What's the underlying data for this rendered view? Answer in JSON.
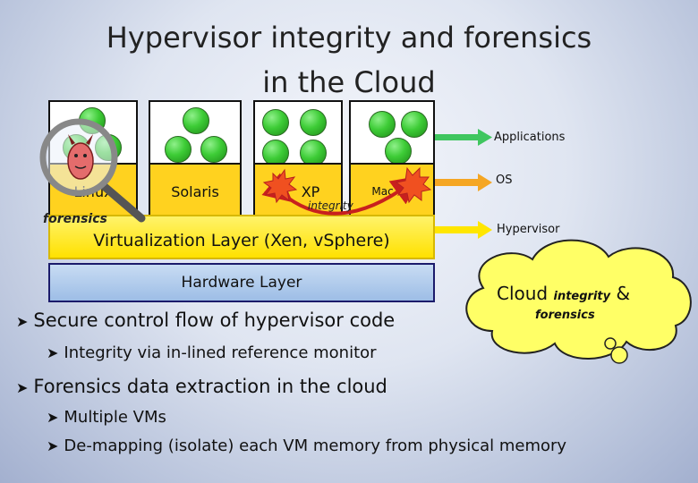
{
  "title": {
    "line1": "Hypervisor integrity and forensics",
    "line2": "in the Cloud"
  },
  "vms": [
    {
      "os": "Linux"
    },
    {
      "os": "Solaris"
    },
    {
      "os": "XP"
    },
    {
      "os": "Mac.OS"
    }
  ],
  "layers": {
    "virtualization": "Virtualization Layer (Xen, vSphere)",
    "hardware": "Hardware Layer"
  },
  "labels": {
    "applications": "Applications",
    "os": "OS",
    "hypervisor": "Hypervisor",
    "integrity_arrow": "integrity",
    "forensics": "forensics"
  },
  "cloud": {
    "main": "Cloud",
    "integrity": "integrity",
    "amp": "&",
    "forensics": "forensics"
  },
  "bullets": [
    {
      "text": "Secure control flow of hypervisor code",
      "sub": [
        "Integrity via in-lined reference monitor"
      ]
    },
    {
      "text": "Forensics data extraction in the cloud",
      "sub": [
        "Multiple VMs",
        "De-mapping (isolate) each VM memory from physical memory"
      ]
    }
  ],
  "colors": {
    "applications_arrow": "#3fc65f",
    "os_arrow": "#f5a623",
    "hypervisor_arrow": "#ffe600",
    "cloud": "#ffff66",
    "integrity_arrow": "#c8201e"
  },
  "icons": {
    "magnifier": "magnifier-icon",
    "explosion": "explosion-icon",
    "devil": "devil-icon",
    "bullet": "arrow-bullet-icon"
  }
}
